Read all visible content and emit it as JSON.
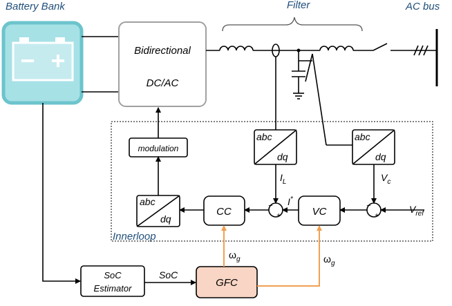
{
  "labels": {
    "battery_bank": "Battery Bank",
    "filter": "Filter",
    "ac_bus": "AC bus",
    "bidirectional": "Bidirectional",
    "dcac": "DC/AC",
    "modulation": "modulation",
    "innerloop": "Innerloop",
    "abc": "abc",
    "dq": "dq",
    "IL_base": "I",
    "IL_sub": "L",
    "Istar_base": "I",
    "Istar_sup": "*",
    "Vc_base": "V",
    "Vc_sub": "c",
    "Vref_base": "V",
    "Vref_sub": "ref",
    "cc": "CC",
    "vc": "VC",
    "gfc": "GFC",
    "soc_estimator_l1": "SoC",
    "soc_estimator_l2": "Estimator",
    "soc": "SoC",
    "omega_base": "ω",
    "omega_sub": "g",
    "minus": "−",
    "plus": "+"
  },
  "colors": {
    "battery_fill": "#a6e1e6",
    "battery_border": "#6cc4cc",
    "gfc_fill": "#f8d5c4",
    "orange_line": "#f0a050",
    "innerloop_text": "#1f4e79"
  }
}
